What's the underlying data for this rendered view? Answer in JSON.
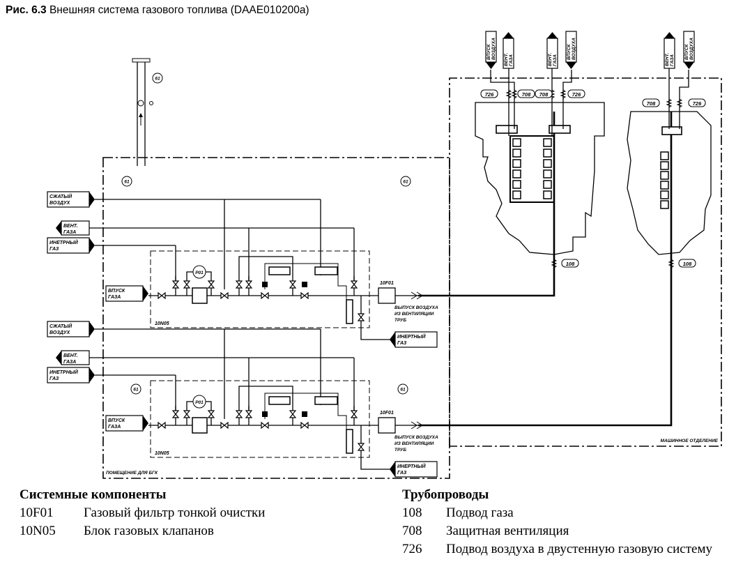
{
  "title": {
    "prefix": "Рис. 6.3",
    "text": "Внешняя система газового топлива (DAAE010200a)"
  },
  "diagram": {
    "ports": {
      "compressed_air": [
        "СЖАТЫЙ",
        "ВОЗДУХ"
      ],
      "gas_vent": [
        "ВЕНТ.",
        "ГАЗА"
      ],
      "inert_gas_in": [
        "ИНЕТРНЫЙ",
        "ГАЗ"
      ],
      "gas_inlet": [
        "ВПУСК",
        "ГАЗА"
      ],
      "inert_gas_out": [
        "ИНЕРТНЫЙ",
        "ГАЗ"
      ],
      "air_inlet": [
        "ВПУСК",
        "ВОЗДУХА"
      ],
      "exhaust": [
        "ВЫПУСК ВОЗДУХА",
        "ИЗ ВЕНТИЛЯЦИИ",
        "ТРУБ"
      ]
    },
    "tags": {
      "sixty_one": "61",
      "pressure": "P01",
      "valve_unit": "10N05",
      "filter": "10F01",
      "pipe_726": "726",
      "pipe_708": "708",
      "pipe_108": "108"
    },
    "areas": {
      "gvu_room": "ПОМЕЩЕНИЕ ДЛЯ БГК",
      "engine_room": "МАШИННОЕ ОТДЕЛЕНИЕ"
    }
  },
  "legend": {
    "components": {
      "heading": "Системные компоненты",
      "items": [
        {
          "code": "10F01",
          "desc": "Газовый фильтр тонкой очистки"
        },
        {
          "code": "10N05",
          "desc": "Блок газовых клапанов"
        }
      ]
    },
    "pipes": {
      "heading": "Трубопроводы",
      "items": [
        {
          "code": "108",
          "desc": "Подвод газа"
        },
        {
          "code": "708",
          "desc": "Защитная вентиляция"
        },
        {
          "code": "726",
          "desc": "Подвод воздуха в двустенную газовую систему"
        }
      ]
    }
  }
}
